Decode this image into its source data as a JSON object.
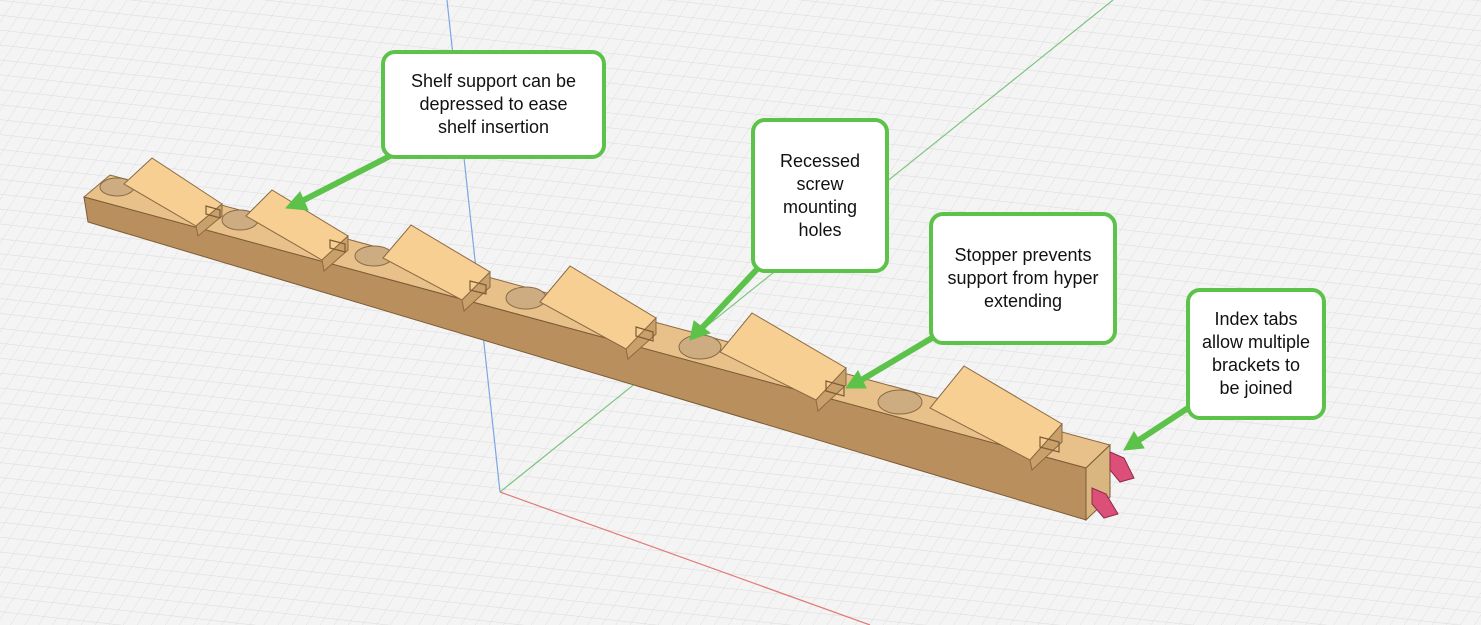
{
  "colors": {
    "background": "#f4f4f4",
    "grid": "#d6d6d6",
    "axis_x": "#e07a7a",
    "axis_y": "#7fc47f",
    "axis_z": "#7aa7e6",
    "body_top": "#e8c089",
    "body_front": "#b98f5d",
    "body_end": "#d9b57f",
    "wedge_top": "#f8cf92",
    "wedge_side": "#c9a06a",
    "hole": "#ccac80",
    "tab": "#dc4f78",
    "callout_border": "#5cc24a",
    "arrow": "#5cc24a"
  },
  "callouts": {
    "shelf": {
      "text": "Shelf support can be\ndepressed to ease\nshelf insertion"
    },
    "screw": {
      "text": "Recessed\nscrew\nmounting\nholes"
    },
    "stopper": {
      "text": "Stopper prevents\nsupport from hyper\nextending"
    },
    "index": {
      "text": "Index tabs\nallow multiple\nbrackets to\nbe joined"
    }
  },
  "icons": {
    "part": "shelf-bracket-3d-model",
    "tabs": "index-tab-pair"
  }
}
